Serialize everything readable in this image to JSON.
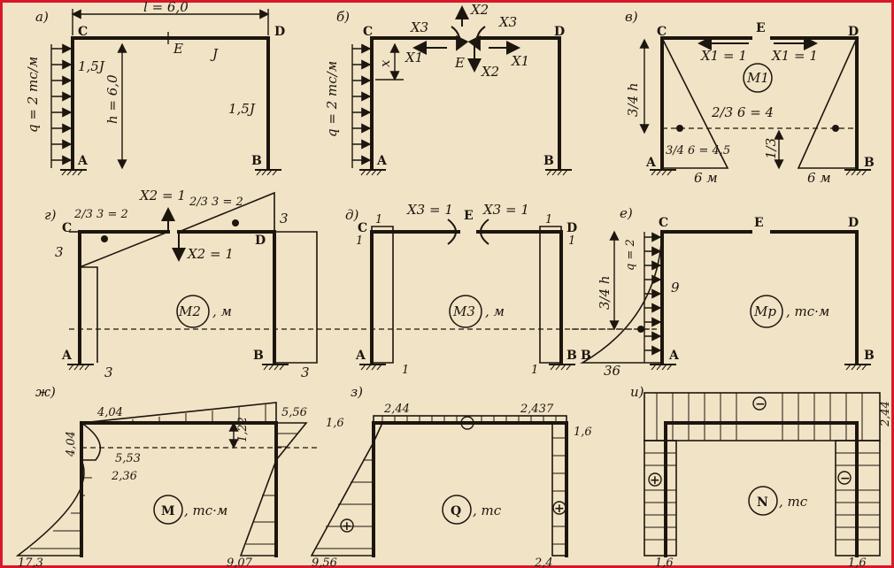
{
  "panels": {
    "a": {
      "letter": "а)",
      "span": "l = 6,0",
      "height": "h = 6,0",
      "load": "q = 2 тс/м",
      "left_stiff": "1,5J",
      "beam_stiff": "J",
      "right_stiff": "1,5J",
      "C": "C",
      "D": "D",
      "E": "E",
      "A": "A",
      "B": "B"
    },
    "b": {
      "letter": "б)",
      "load": "q = 2 тс/м",
      "x": "x",
      "X1": "X1",
      "X2": "X2",
      "X3": "X3",
      "C": "C",
      "D": "D",
      "E": "E",
      "A": "A",
      "B": "B"
    },
    "v": {
      "letter": "в)",
      "left_force": "X1 = 1",
      "right_force": "X1 = 1",
      "diagram": "M1",
      "left_ord": "2/3 6 = 4",
      "bottom_ord": "3/4 6 = 4,5",
      "height_frac": "3/4 h",
      "third": "1/3",
      "base_left": "6 м",
      "base_right": "6 м",
      "C": "C",
      "D": "D",
      "E": "E",
      "A": "A",
      "B": "B"
    },
    "g": {
      "letter": "г)",
      "force_up": "X2 = 1",
      "force_down": "X2 = 1",
      "ord_left": "2/3 3 = 2",
      "ord_right": "2/3 3 = 2",
      "left_three": "3",
      "right_three": "3",
      "base_left": "3",
      "base_right": "3",
      "diagram": "M2",
      "unit": ", м",
      "C": "C",
      "D": "D",
      "A": "A",
      "B": "B"
    },
    "d": {
      "letter": "д)",
      "force_left": "X3 = 1",
      "force_right": "X3 = 1",
      "one": "1",
      "diagram": "M3",
      "unit": ", м",
      "C": "C",
      "D": "D",
      "E": "E",
      "A": "A",
      "B": "B"
    },
    "e": {
      "letter": "е)",
      "height_frac": "3/4 h",
      "load": "q = 2",
      "nine": "9",
      "base": "36",
      "diagram": "Mp",
      "unit": ", тс·м",
      "C": "C",
      "D": "D",
      "E": "E",
      "A": "A",
      "B": "B"
    },
    "zh": {
      "letter": "ж)",
      "top_left": "4,04",
      "left_side": "4,04",
      "top_right": "5,56",
      "dim": "1,22",
      "mid1": "5,53",
      "mid2": "2,36",
      "bottom_left": "17,3",
      "bottom_right": "9,07",
      "diagram": "M",
      "unit": ", тс·м"
    },
    "z": {
      "letter": "з)",
      "left_val": "1,6",
      "top_left": "2,44",
      "top_right": "2,437",
      "right_val": "1,6",
      "bottom_left": "9,56",
      "bottom_right": "2,4",
      "diagram": "Q",
      "unit": ", тс",
      "minus": "−",
      "plus": "+"
    },
    "i": {
      "letter": "и)",
      "top_right": "2,44",
      "bottom_left": "1,6",
      "bottom_right": "1,6",
      "diagram": "N",
      "unit": ", тс",
      "minus": "−",
      "plus": "+"
    }
  }
}
